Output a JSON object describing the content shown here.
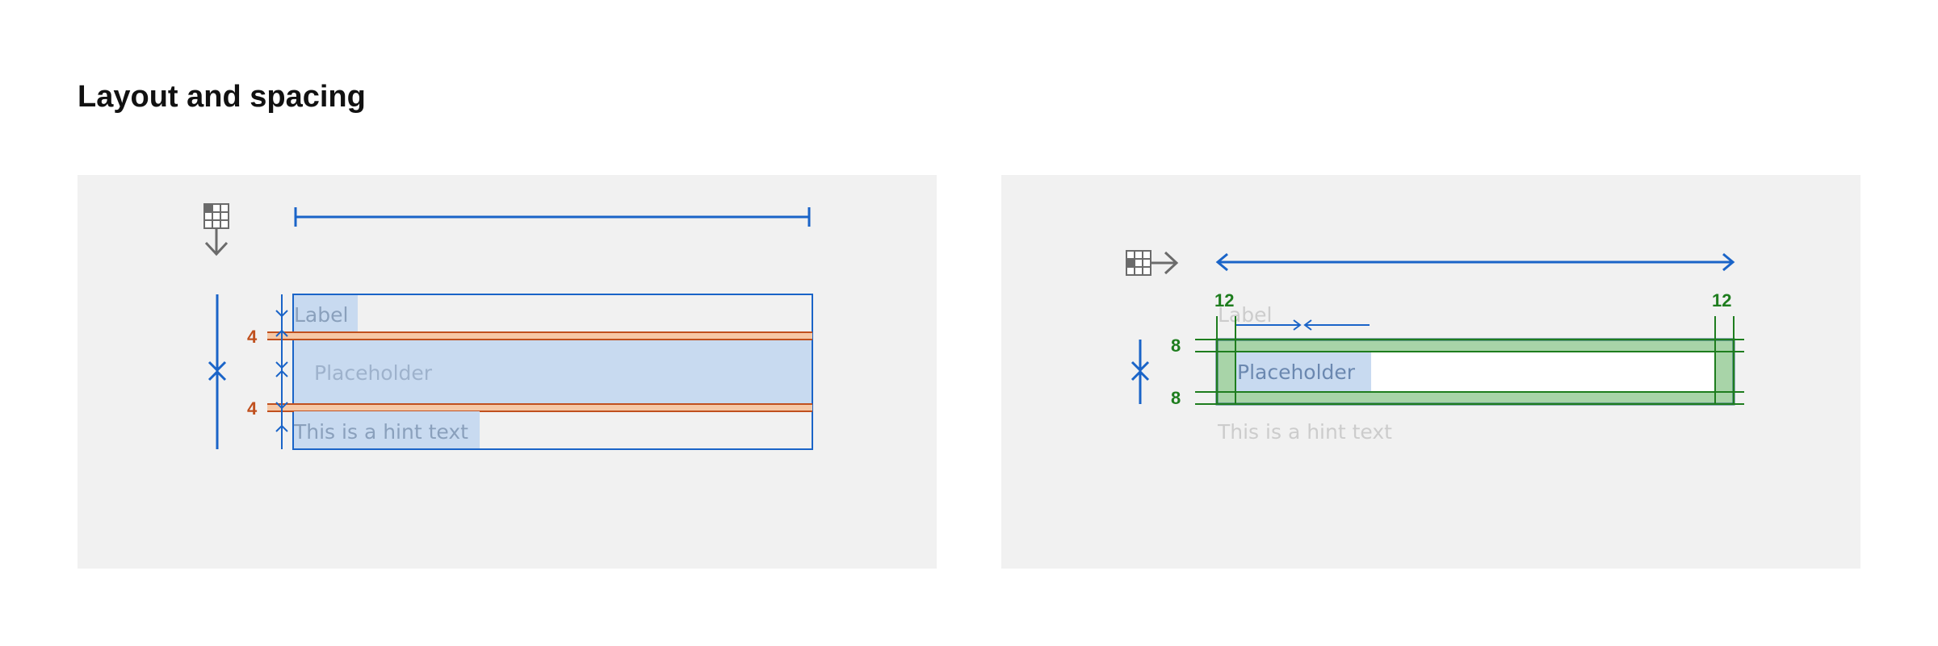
{
  "page": {
    "title": "Layout and spacing"
  },
  "vertical_stack_example": {
    "label_text": "Label",
    "placeholder_text": "Placeholder",
    "hint_text": "This is a hint text",
    "gap_top": "4",
    "gap_bottom": "4",
    "icon": "vertical-stack-layout-icon",
    "colors": {
      "panel_bg": "#f1f1f1",
      "measure_blue": "#1a64c8",
      "highlight_blue": "#c8daf0",
      "gap_orange": "#c0501e",
      "gap_fill": "#f6c8a6"
    }
  },
  "horizontal_padding_example": {
    "label_text": "Label",
    "placeholder_text": "Placeholder",
    "hint_text": "This is a hint text",
    "padding_left": "12",
    "padding_right": "12",
    "padding_top": "8",
    "padding_bottom": "8",
    "icon": "horizontal-layout-icon",
    "colors": {
      "padding_green": "#1e7d1e",
      "padding_fill": "#a8d4a8",
      "input_border": "#1e5f6e",
      "muted_text": "#cccccc"
    }
  }
}
